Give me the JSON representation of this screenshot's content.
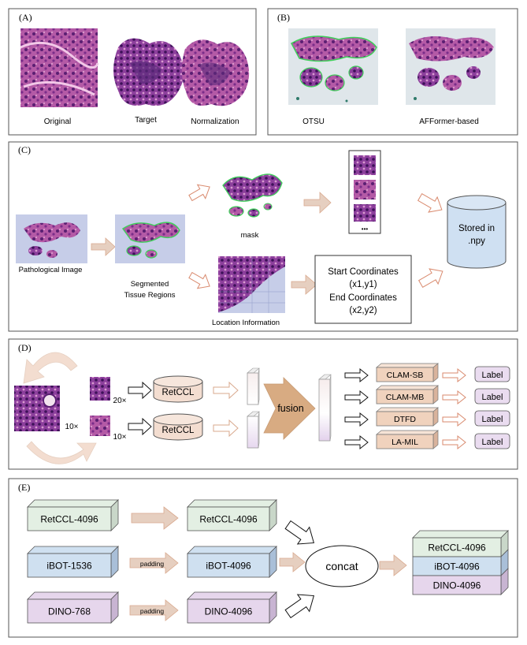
{
  "panel_a": {
    "label": "(A)",
    "captions": {
      "original": "Original",
      "target": "Target",
      "normalization": "Normalization"
    }
  },
  "panel_b": {
    "label": "(B)",
    "captions": {
      "otsu": "OTSU",
      "afformer": "AFFormer-based"
    }
  },
  "panel_c": {
    "label": "(C)",
    "pathological_image": "Pathological Image",
    "segmented_line1": "Segmented",
    "segmented_line2": "Tissue Regions",
    "mask": "mask",
    "location_information": "Location Information",
    "coords_line1": "Start Coordinates",
    "coords_line2": "(x1,y1)",
    "coords_line3": "End Coordinates",
    "coords_line4": "(x2,y2)",
    "ellipsis": "•••",
    "stored_line1": "Stored in",
    "stored_line2": ".npy",
    "colors": {
      "cylinder": "#cfe0f2",
      "arrow_fill": "#e6cfc0",
      "arrow_outline": "#d9a98e"
    }
  },
  "panel_d": {
    "label": "(D)",
    "mag_20x": "20×",
    "mag_10x_left": "10×",
    "mag_10x_small": "10×",
    "encoder_top": "RetCCL",
    "encoder_bottom": "RetCCL",
    "fusion": "fusion",
    "models": [
      "CLAM-SB",
      "CLAM-MB",
      "DTFD",
      "LA-MIL"
    ],
    "labels": [
      "Label",
      "Label",
      "Label",
      "Label"
    ],
    "colors": {
      "model_fill": "#f0d2bd",
      "label_fill": "#eadcf0",
      "fusion_fill": "#d8ab82"
    }
  },
  "panel_e": {
    "label": "(E)",
    "inputs": [
      "RetCCL-4096",
      "iBOT-1536",
      "DINO-768"
    ],
    "outputs": [
      "RetCCL-4096",
      "iBOT-4096",
      "DINO-4096"
    ],
    "padding_top": "padding",
    "padding_bottom": "padding",
    "concat": "concat",
    "stack": [
      "RetCCL-4096",
      "iBOT-4096",
      "DINO-4096"
    ],
    "colors": {
      "green": "#e3efe3",
      "blue": "#cfe0f0",
      "purple": "#e6d6ec",
      "arrow": "#e6cfc0"
    }
  }
}
